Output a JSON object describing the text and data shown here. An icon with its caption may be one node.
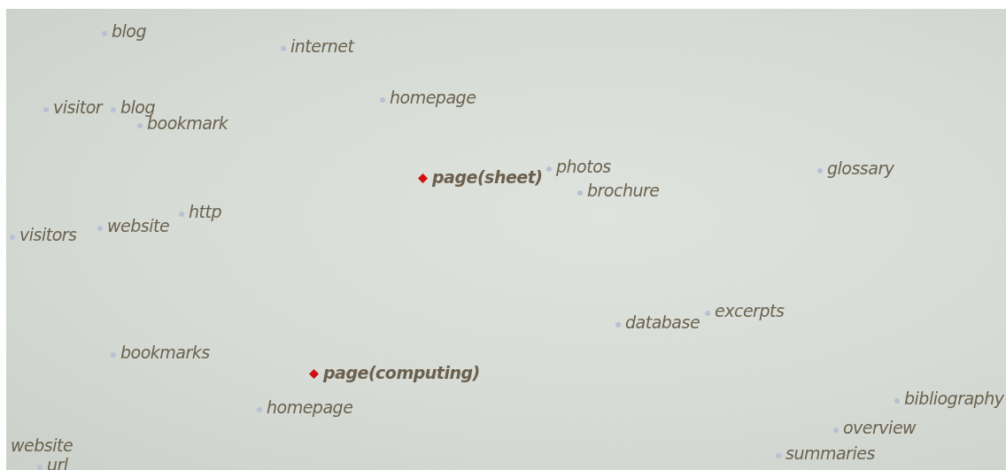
{
  "diagram": {
    "labels": [
      "blog",
      "internet",
      "homepage",
      "visitor",
      "blog",
      "bookmark",
      "glossary",
      "photos",
      "page(sheet)",
      "brochure",
      "http",
      "website",
      "visitors",
      "excerpts",
      "database",
      "bookmarks",
      "page(computing)",
      "bibliography",
      "homepage",
      "overview",
      "website",
      "summaries",
      "url"
    ]
  }
}
